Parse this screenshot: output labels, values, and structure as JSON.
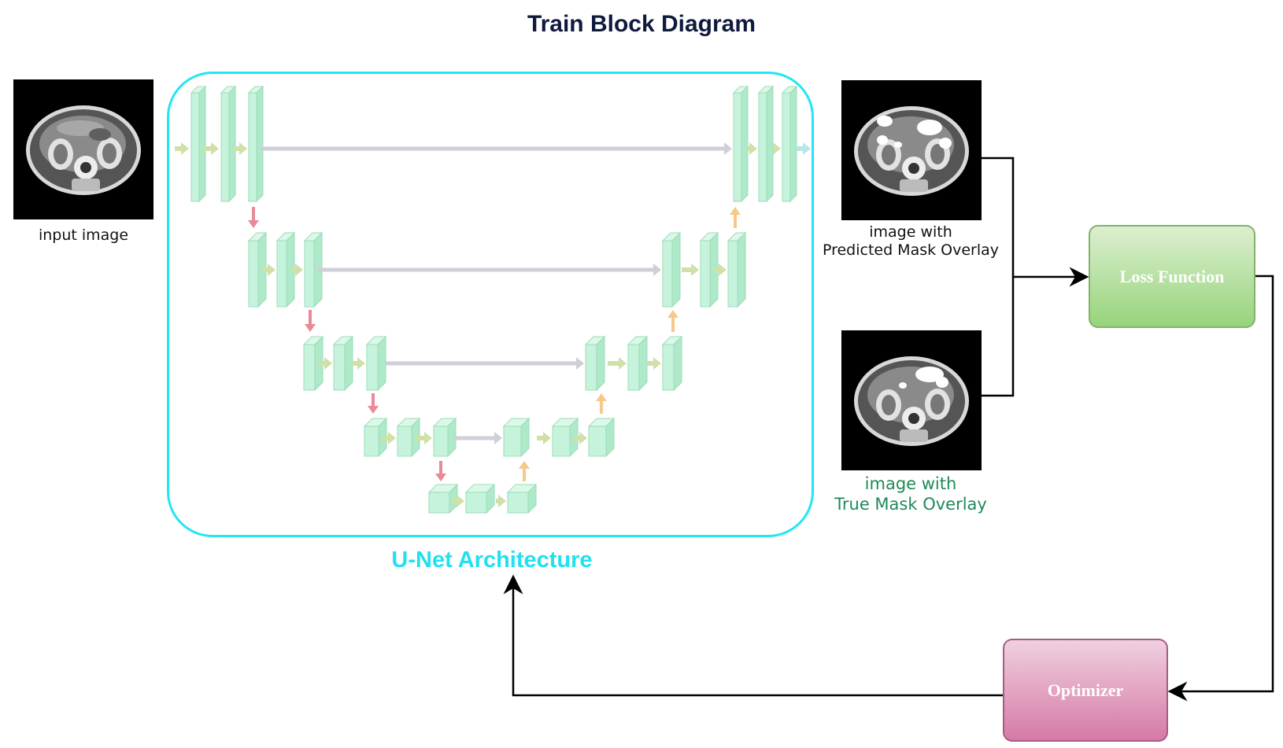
{
  "title": "Train Block Diagram",
  "images": {
    "input": {
      "caption": "input image"
    },
    "predicted": {
      "caption_line1": "image with",
      "caption_line2": "Predicted Mask Overlay"
    },
    "true": {
      "caption_line1": "image with",
      "caption_line2": "True Mask Overlay"
    }
  },
  "unet": {
    "label": "U-Net Architecture"
  },
  "loss": {
    "label": "Loss Function"
  },
  "optimizer": {
    "label": "Optimizer"
  },
  "colors": {
    "unet_frame": "#22e6f2",
    "layer_fill": "#c6f3dc",
    "layer_stroke": "#9cdcb8",
    "skip_arrow": "#cfcfd8",
    "down_arrow": "#e88a98",
    "up_arrow": "#f6c98a",
    "true_caption": "#1e8a57",
    "loss_box": "#97d47c",
    "optimizer_box": "#d67aa4"
  }
}
